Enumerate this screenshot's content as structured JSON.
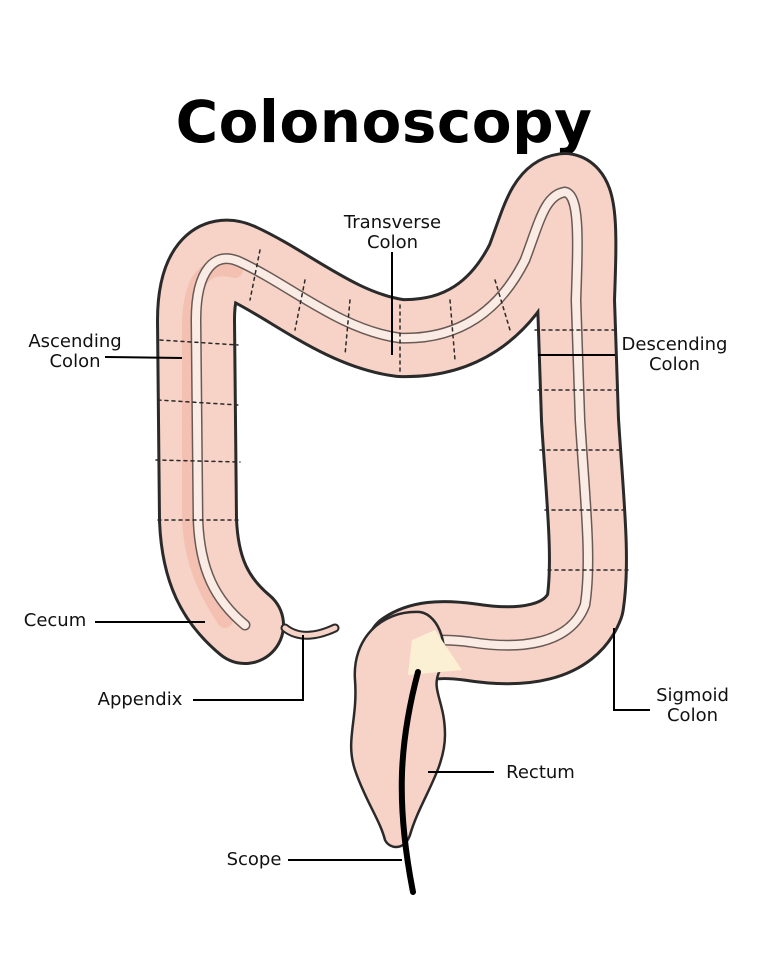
{
  "title": "Colonoscopy",
  "labels": {
    "transverse": [
      "Transverse",
      "Colon"
    ],
    "ascending": [
      "Ascending",
      "Colon"
    ],
    "descending": [
      "Descending",
      "Colon"
    ],
    "cecum": "Cecum",
    "appendix": "Appendix",
    "sigmoid": [
      "Sigmoid",
      "Colon"
    ],
    "rectum": "Rectum",
    "scope": "Scope"
  },
  "colors": {
    "tissue": "#f7d3c7",
    "tissue_dark": "#f0b4a2",
    "band": "#fbebe5",
    "outline": "#2a2a2a",
    "scope": "#000000",
    "scope_light": "#fbf0d4"
  }
}
